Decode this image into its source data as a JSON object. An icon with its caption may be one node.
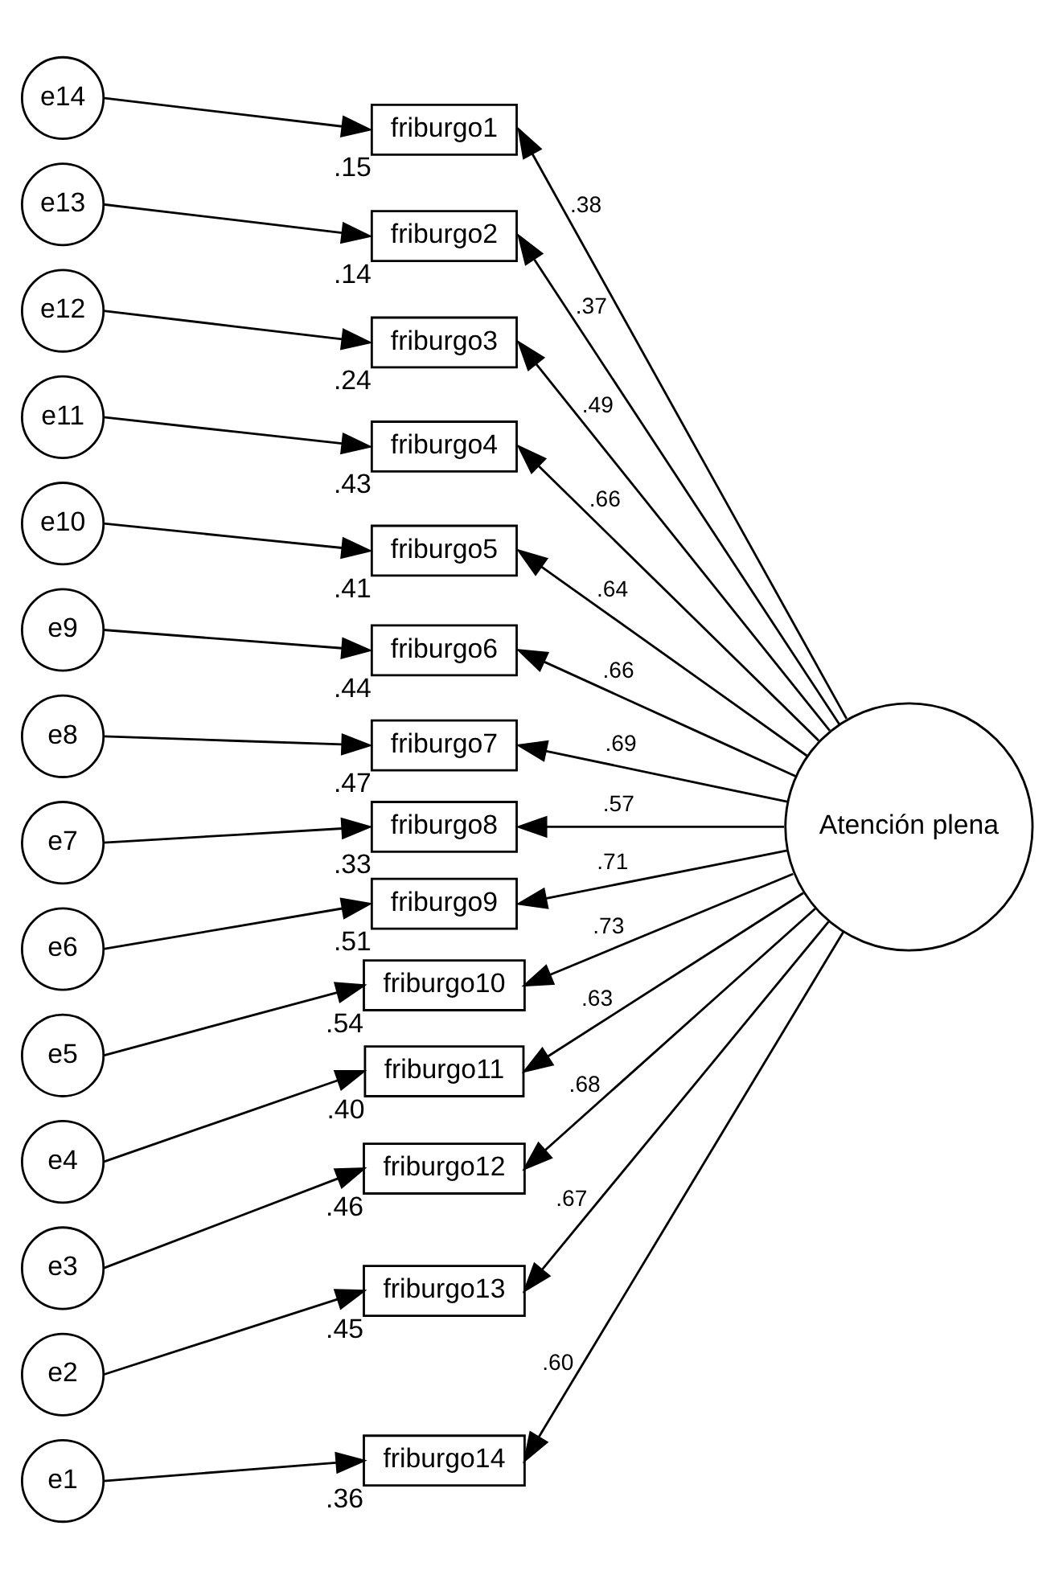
{
  "diagram": {
    "nodes": [
      {
        "text": [
          "e14"
        ]
      },
      {
        "text": [
          "friburgo1"
        ],
        "beside": [
          ".15"
        ]
      },
      {
        "text": [
          "e13"
        ]
      },
      {
        "text": [
          "friburgo2"
        ],
        "beside": [
          ".14"
        ]
      },
      {
        "text": [
          "e12"
        ]
      },
      {
        "text": [
          "friburgo3"
        ],
        "beside": [
          ".24"
        ]
      },
      {
        "text": [
          "e11"
        ]
      },
      {
        "text": [
          "friburgo4"
        ],
        "beside": [
          ".43"
        ]
      },
      {
        "text": [
          "e10"
        ]
      },
      {
        "text": [
          "friburgo5"
        ],
        "beside": [
          ".41"
        ]
      },
      {
        "text": [
          "e9"
        ]
      },
      {
        "text": [
          "friburgo6"
        ],
        "beside": [
          ".44"
        ]
      },
      {
        "text": [
          "e8"
        ]
      },
      {
        "text": [
          "friburgo7"
        ],
        "beside": [
          ".47"
        ]
      },
      {
        "text": [
          "e7"
        ]
      },
      {
        "text": [
          "friburgo8"
        ],
        "beside": [
          ".33"
        ]
      },
      {
        "text": [
          "e6"
        ]
      },
      {
        "text": [
          "friburgo9"
        ],
        "beside": [
          ".51"
        ]
      },
      {
        "text": [
          "e5"
        ]
      },
      {
        "text": [
          "friburgo10"
        ],
        "beside": [
          ".54"
        ]
      },
      {
        "text": [
          "e4"
        ]
      },
      {
        "text": [
          "friburgo11"
        ],
        "beside": [
          ".40"
        ]
      },
      {
        "text": [
          "e3"
        ]
      },
      {
        "text": [
          "friburgo12"
        ],
        "beside": [
          ".46"
        ]
      },
      {
        "text": [
          "e2"
        ]
      },
      {
        "text": [
          "friburgo13"
        ],
        "beside": [
          ".45"
        ]
      },
      {
        "text": [
          "e1"
        ]
      },
      {
        "text": [
          "friburgo14"
        ],
        "beside": [
          ".36"
        ]
      },
      {
        "text": [
          "Atención plena"
        ]
      }
    ],
    "edges": [
      {
        "from": 0,
        "to": 1,
        "arrow": "to"
      },
      {
        "from": 2,
        "to": 3,
        "arrow": "to"
      },
      {
        "from": 4,
        "to": 5,
        "arrow": "to"
      },
      {
        "from": 6,
        "to": 7,
        "arrow": "to"
      },
      {
        "from": 8,
        "to": 9,
        "arrow": "to"
      },
      {
        "from": 10,
        "to": 11,
        "arrow": "to"
      },
      {
        "from": 12,
        "to": 13,
        "arrow": "to"
      },
      {
        "from": 14,
        "to": 15,
        "arrow": "to"
      },
      {
        "from": 16,
        "to": 17,
        "arrow": "to"
      },
      {
        "from": 18,
        "to": 19,
        "arrow": "to"
      },
      {
        "from": 20,
        "to": 21,
        "arrow": "to"
      },
      {
        "from": 22,
        "to": 23,
        "arrow": "to"
      },
      {
        "from": 24,
        "to": 25,
        "arrow": "to"
      },
      {
        "from": 26,
        "to": 27,
        "arrow": "to"
      },
      {
        "from": 28,
        "to": 1,
        "arrow": "to",
        "label": ".38"
      },
      {
        "from": 28,
        "to": 3,
        "arrow": "to",
        "label": ".37"
      },
      {
        "from": 28,
        "to": 5,
        "arrow": "to",
        "label": ".49"
      },
      {
        "from": 28,
        "to": 7,
        "arrow": "to",
        "label": ".66"
      },
      {
        "from": 28,
        "to": 9,
        "arrow": "to",
        "label": ".64"
      },
      {
        "from": 28,
        "to": 11,
        "arrow": "to",
        "label": ".66"
      },
      {
        "from": 28,
        "to": 13,
        "arrow": "to",
        "label": ".69"
      },
      {
        "from": 28,
        "to": 15,
        "arrow": "to",
        "label": ".57"
      },
      {
        "from": 28,
        "to": 17,
        "arrow": "to",
        "label": ".71"
      },
      {
        "from": 28,
        "to": 19,
        "arrow": "to",
        "label": ".73"
      },
      {
        "from": 28,
        "to": 21,
        "arrow": "to",
        "label": ".63"
      },
      {
        "from": 28,
        "to": 23,
        "arrow": "to",
        "label": ".68"
      },
      {
        "from": 28,
        "to": 25,
        "arrow": "to",
        "label": ".67"
      },
      {
        "from": 28,
        "to": 27,
        "arrow": "to",
        "label": ".60"
      }
    ]
  }
}
